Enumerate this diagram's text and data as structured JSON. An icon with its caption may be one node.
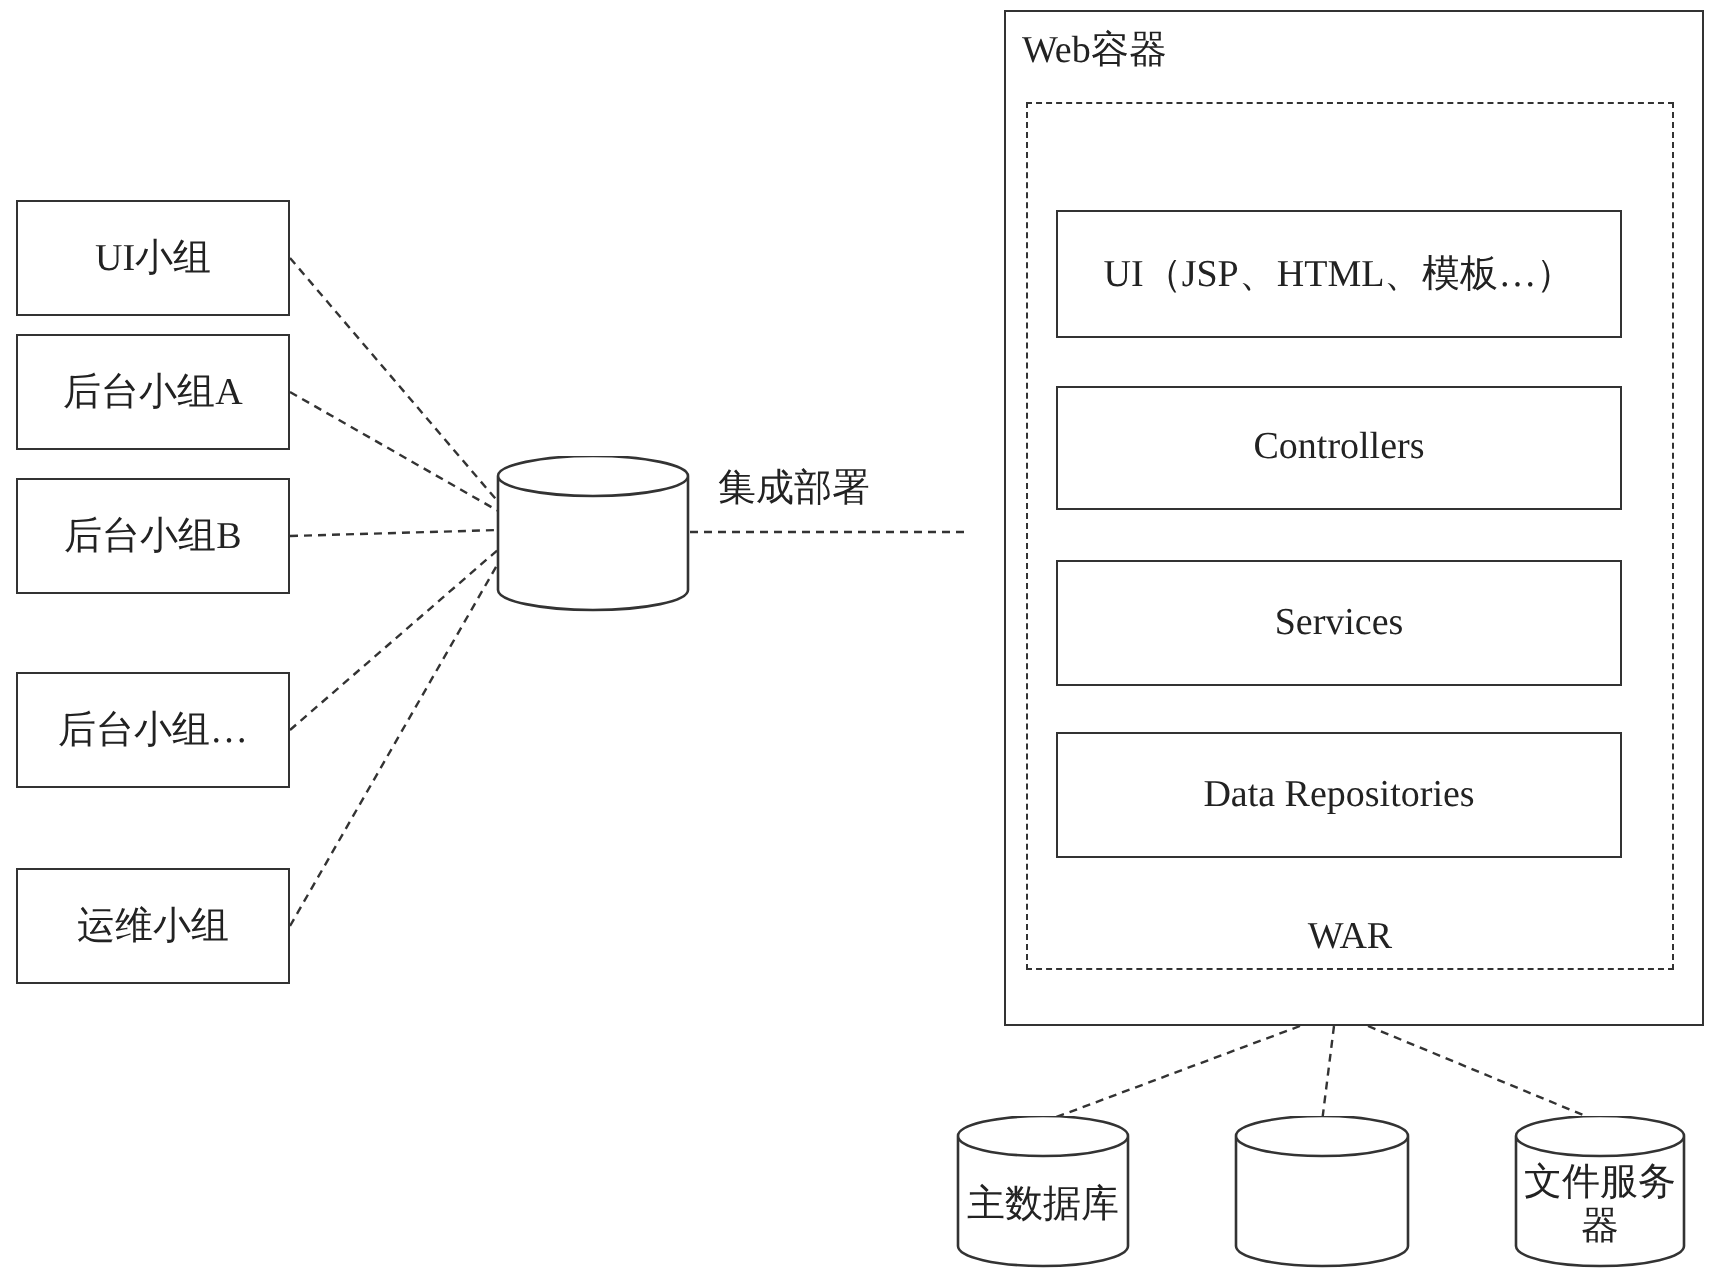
{
  "diagram": {
    "nodes": [
      {
        "text": [
          "UI小组"
        ]
      },
      {
        "text": [
          "后台小组A"
        ]
      },
      {
        "text": [
          "后台小组B"
        ]
      },
      {
        "text": [
          "后台小组…"
        ]
      },
      {
        "text": [
          "运维小组"
        ]
      },
      {
        "text": [],
        "shape": "cylinder"
      },
      {
        "text": [
          "Web容器"
        ]
      },
      {
        "text": [
          "WAR"
        ],
        "in": 6
      },
      {
        "text": [
          "UI（JSP、HTML、模板…）"
        ],
        "in": 7
      },
      {
        "text": [
          "Controllers"
        ],
        "in": 7
      },
      {
        "text": [
          "Services"
        ],
        "in": 7
      },
      {
        "text": [
          "Data Repositories"
        ],
        "in": 7
      },
      {
        "text": [
          "主数据库"
        ]
      },
      {
        "text": [],
        "shape": "cylinder"
      },
      {
        "text": [
          "文件服务器"
        ]
      }
    ],
    "edges": [
      {
        "from": 0,
        "to": 5,
        "arrow": "none",
        "style": "dashed"
      },
      {
        "from": 1,
        "to": 5,
        "arrow": "none",
        "style": "dashed"
      },
      {
        "from": 2,
        "to": 5,
        "arrow": "none",
        "style": "dashed"
      },
      {
        "from": 3,
        "to": 5,
        "arrow": "none",
        "style": "dashed"
      },
      {
        "from": 4,
        "to": 5,
        "arrow": "none",
        "style": "dashed"
      },
      {
        "from": 5,
        "to": 6,
        "arrow": "none",
        "style": "dashed",
        "label": "集成部署"
      },
      {
        "from": 6,
        "to": 12,
        "arrow": "none",
        "style": "dashed"
      },
      {
        "from": 6,
        "to": 13,
        "arrow": "none",
        "style": "dashed"
      },
      {
        "from": 6,
        "to": 14,
        "arrow": "none",
        "style": "dashed"
      }
    ]
  }
}
